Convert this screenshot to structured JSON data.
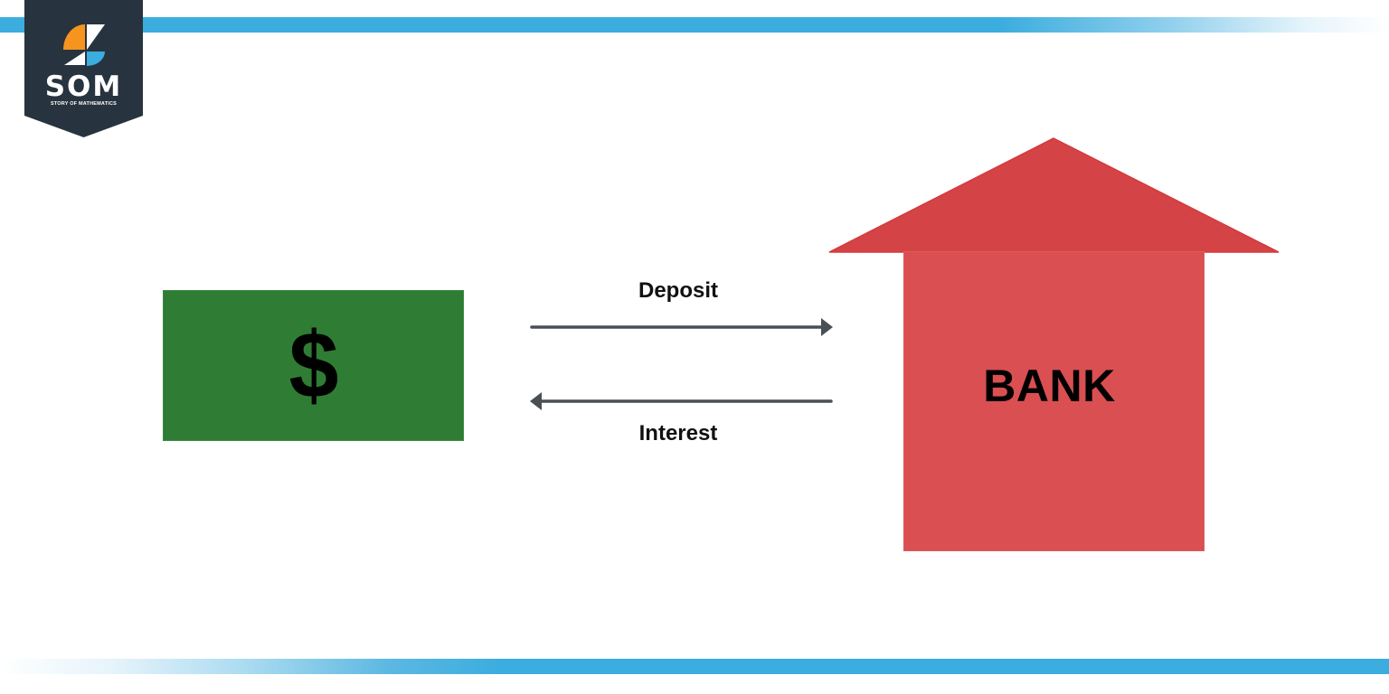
{
  "branding": {
    "logo_text": "SOM",
    "logo_subtitle": "STORY OF MATHEMATICS",
    "colors": {
      "badge": "#27333f",
      "orange": "#f7941d",
      "blue": "#3badde",
      "accent_bar": "#3badde"
    }
  },
  "diagram": {
    "money_box": {
      "symbol": "$",
      "color": "#2f7d34"
    },
    "arrows": {
      "deposit": {
        "label": "Deposit",
        "direction": "right"
      },
      "interest": {
        "label": "Interest",
        "direction": "left"
      },
      "color": "#4a4f54"
    },
    "bank": {
      "label": "BANK",
      "roof_color": "#d44345",
      "body_color": "#d94f52"
    }
  }
}
